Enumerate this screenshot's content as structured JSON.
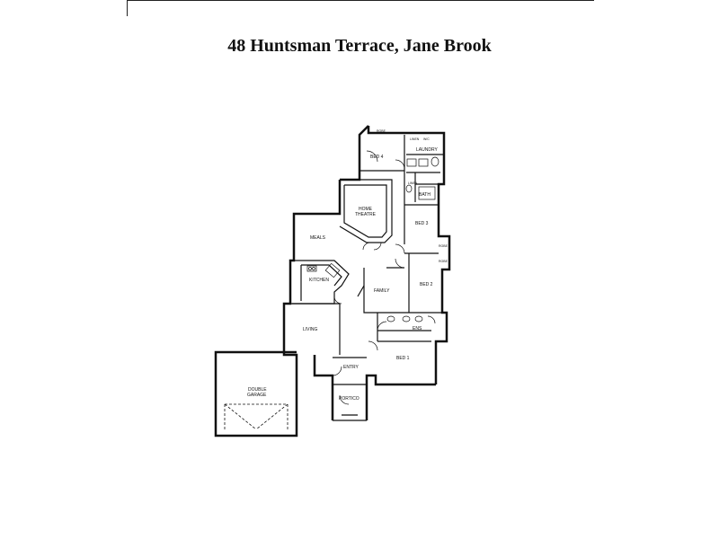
{
  "title": "48 Huntsman Terrace, Jane Brook",
  "rooms": {
    "bed4": "BED 4",
    "laundry": "LAUNDRY",
    "robe1": "ROBE",
    "linen1": "LINEN",
    "linen2": "LINEN",
    "wc": "W/C",
    "bath": "BATH",
    "home_theatre_1": "HOME",
    "home_theatre_2": "THEATRE",
    "bed3": "BED 3",
    "robe2": "ROBE",
    "robe3": "ROBE",
    "meals": "MEALS",
    "kitchen": "KITCHEN",
    "family": "FAMILY",
    "bed2": "BED 2",
    "living": "LIVING",
    "ens": "ENS",
    "bed1": "BED 1",
    "entry": "ENTRY",
    "double_garage_1": "DOUBLE",
    "double_garage_2": "GARAGE",
    "portico": "PORTICO"
  }
}
